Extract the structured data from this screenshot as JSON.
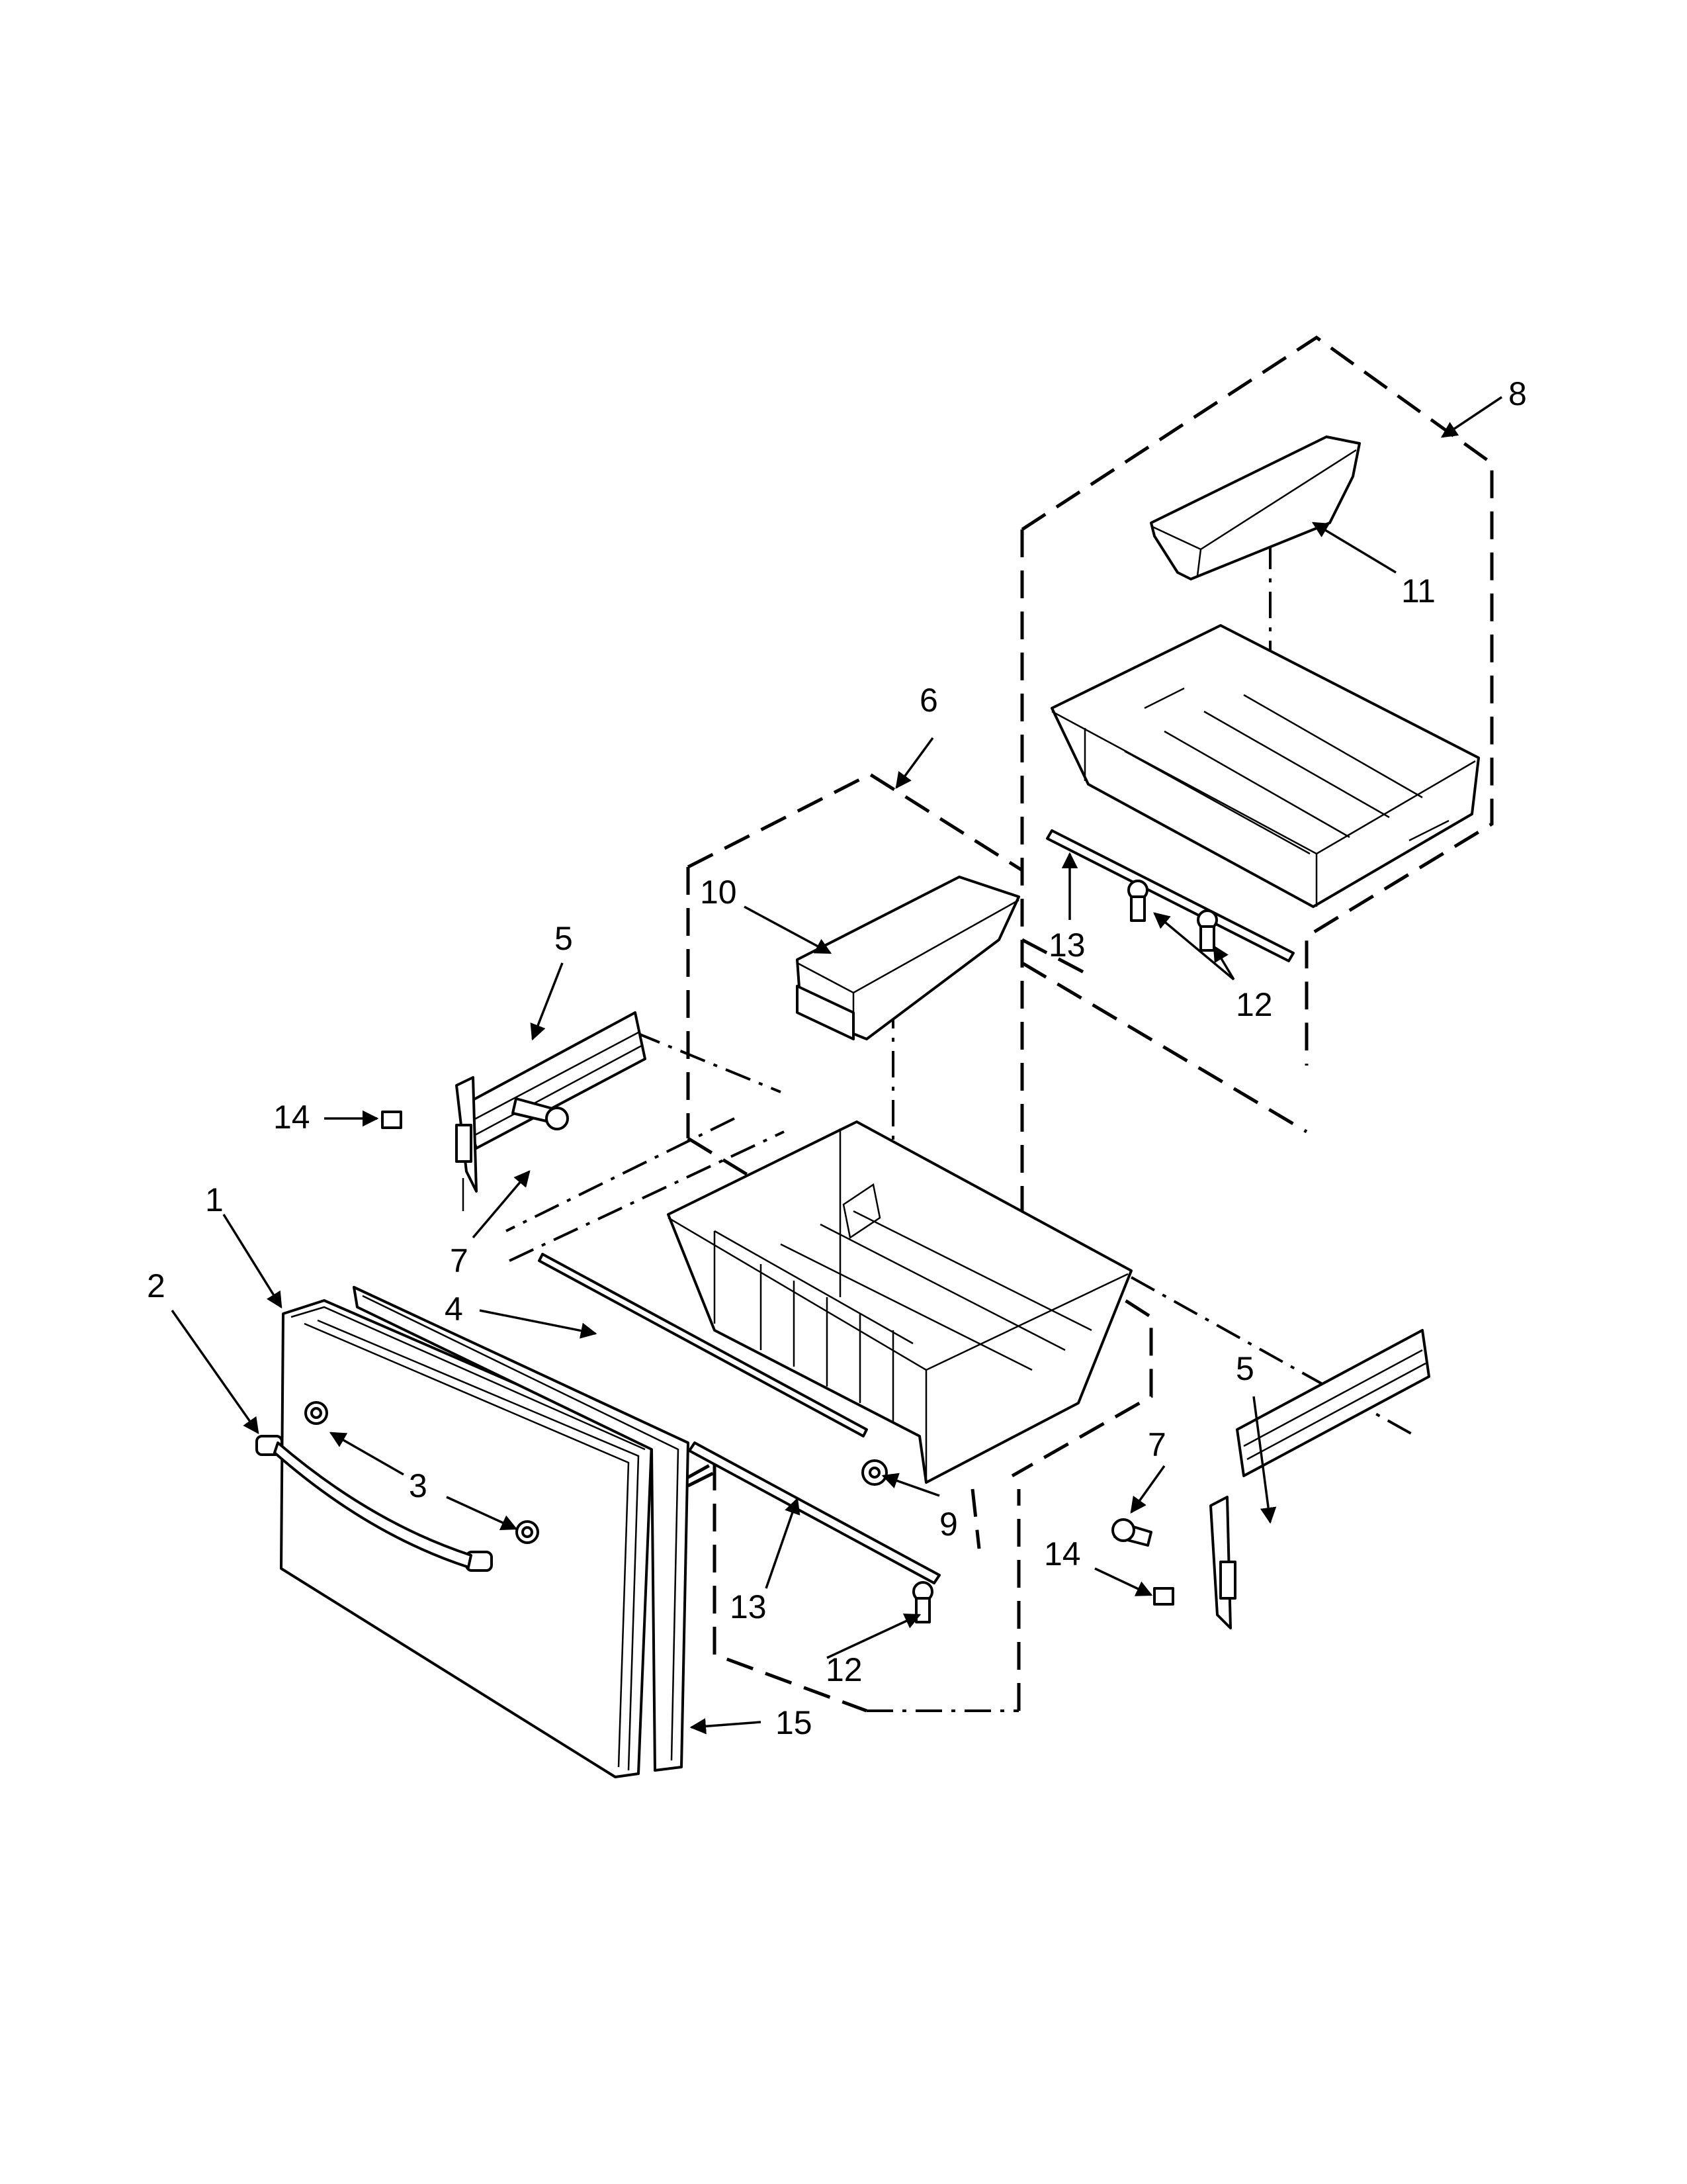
{
  "colors": {
    "ink": "#000000",
    "paper": "#ffffff"
  },
  "callouts": {
    "c1": "1",
    "c2": "2",
    "c3": "3",
    "c4": "4",
    "c5_left": "5",
    "c5_right": "5",
    "c6": "6",
    "c7_left": "7",
    "c7_right": "7",
    "c8": "8",
    "c9": "9",
    "c10": "10",
    "c11": "11",
    "c12_center": "12",
    "c12_right": "12",
    "c13_center": "13",
    "c13_right": "13",
    "c14_left": "14",
    "c14_right": "14",
    "c15": "15"
  }
}
